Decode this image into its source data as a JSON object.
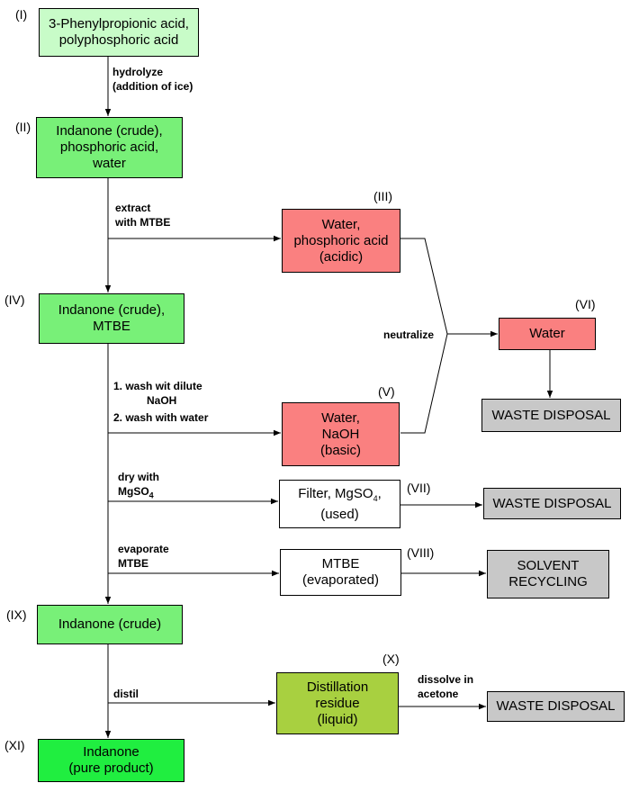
{
  "colors": {
    "light_green": "#c8fcc8",
    "green": "#78f078",
    "pink": "#fa8080",
    "olive": "#a8d040",
    "bright_green": "#20ee40",
    "gray": "#c8c8c8",
    "white": "#ffffff"
  },
  "nodes": {
    "n1": {
      "tag": "(I)",
      "text": "3-Phenylpropionic acid,\npolyphosphoric acid"
    },
    "n2": {
      "tag": "(II)",
      "text": "Indanone (crude),\nphosphoric acid,\nwater"
    },
    "n3": {
      "tag": "(III)",
      "text": "Water,\nphosphoric acid\n(acidic)"
    },
    "n4": {
      "tag": "(IV)",
      "text": "Indanone (crude),\nMTBE"
    },
    "n5": {
      "tag": "(V)",
      "text": "Water,\nNaOH\n(basic)"
    },
    "n6": {
      "tag": "(VI)",
      "text": "Water"
    },
    "n7": {
      "tag": "(VII)",
      "line1": "Filter, MgSO",
      "sub": "4",
      "line1_end": ",",
      "line2": "(used)"
    },
    "n8": {
      "tag": "(VIII)",
      "text": "MTBE\n(evaporated)"
    },
    "n9": {
      "tag": "(IX)",
      "text": "Indanone (crude)"
    },
    "n10": {
      "tag": "(X)",
      "text": "Distillation\nresidue\n(liquid)"
    },
    "n11": {
      "tag": "(XI)",
      "text": "Indanone\n(pure product)"
    },
    "d1": {
      "text": "WASTE DISPOSAL"
    },
    "d2": {
      "text": "WASTE DISPOSAL"
    },
    "d3": {
      "text": "SOLVENT\nRECYCLING"
    },
    "d4": {
      "text": "WASTE DISPOSAL"
    }
  },
  "edges": {
    "hydrolyze": "hydrolyze\n(addition of ice)",
    "extract": "extract\nwith MTBE",
    "wash1": "1. wash wit dilute",
    "wash1b": "NaOH",
    "wash2": "2. wash with water",
    "dry_line1": "dry with",
    "dry_line2": "MgSO",
    "dry_sub": "4",
    "evaporate": "evaporate\nMTBE",
    "neutralize": "neutralize",
    "distil": "distil",
    "dissolve": "dissolve in\nacetone"
  }
}
